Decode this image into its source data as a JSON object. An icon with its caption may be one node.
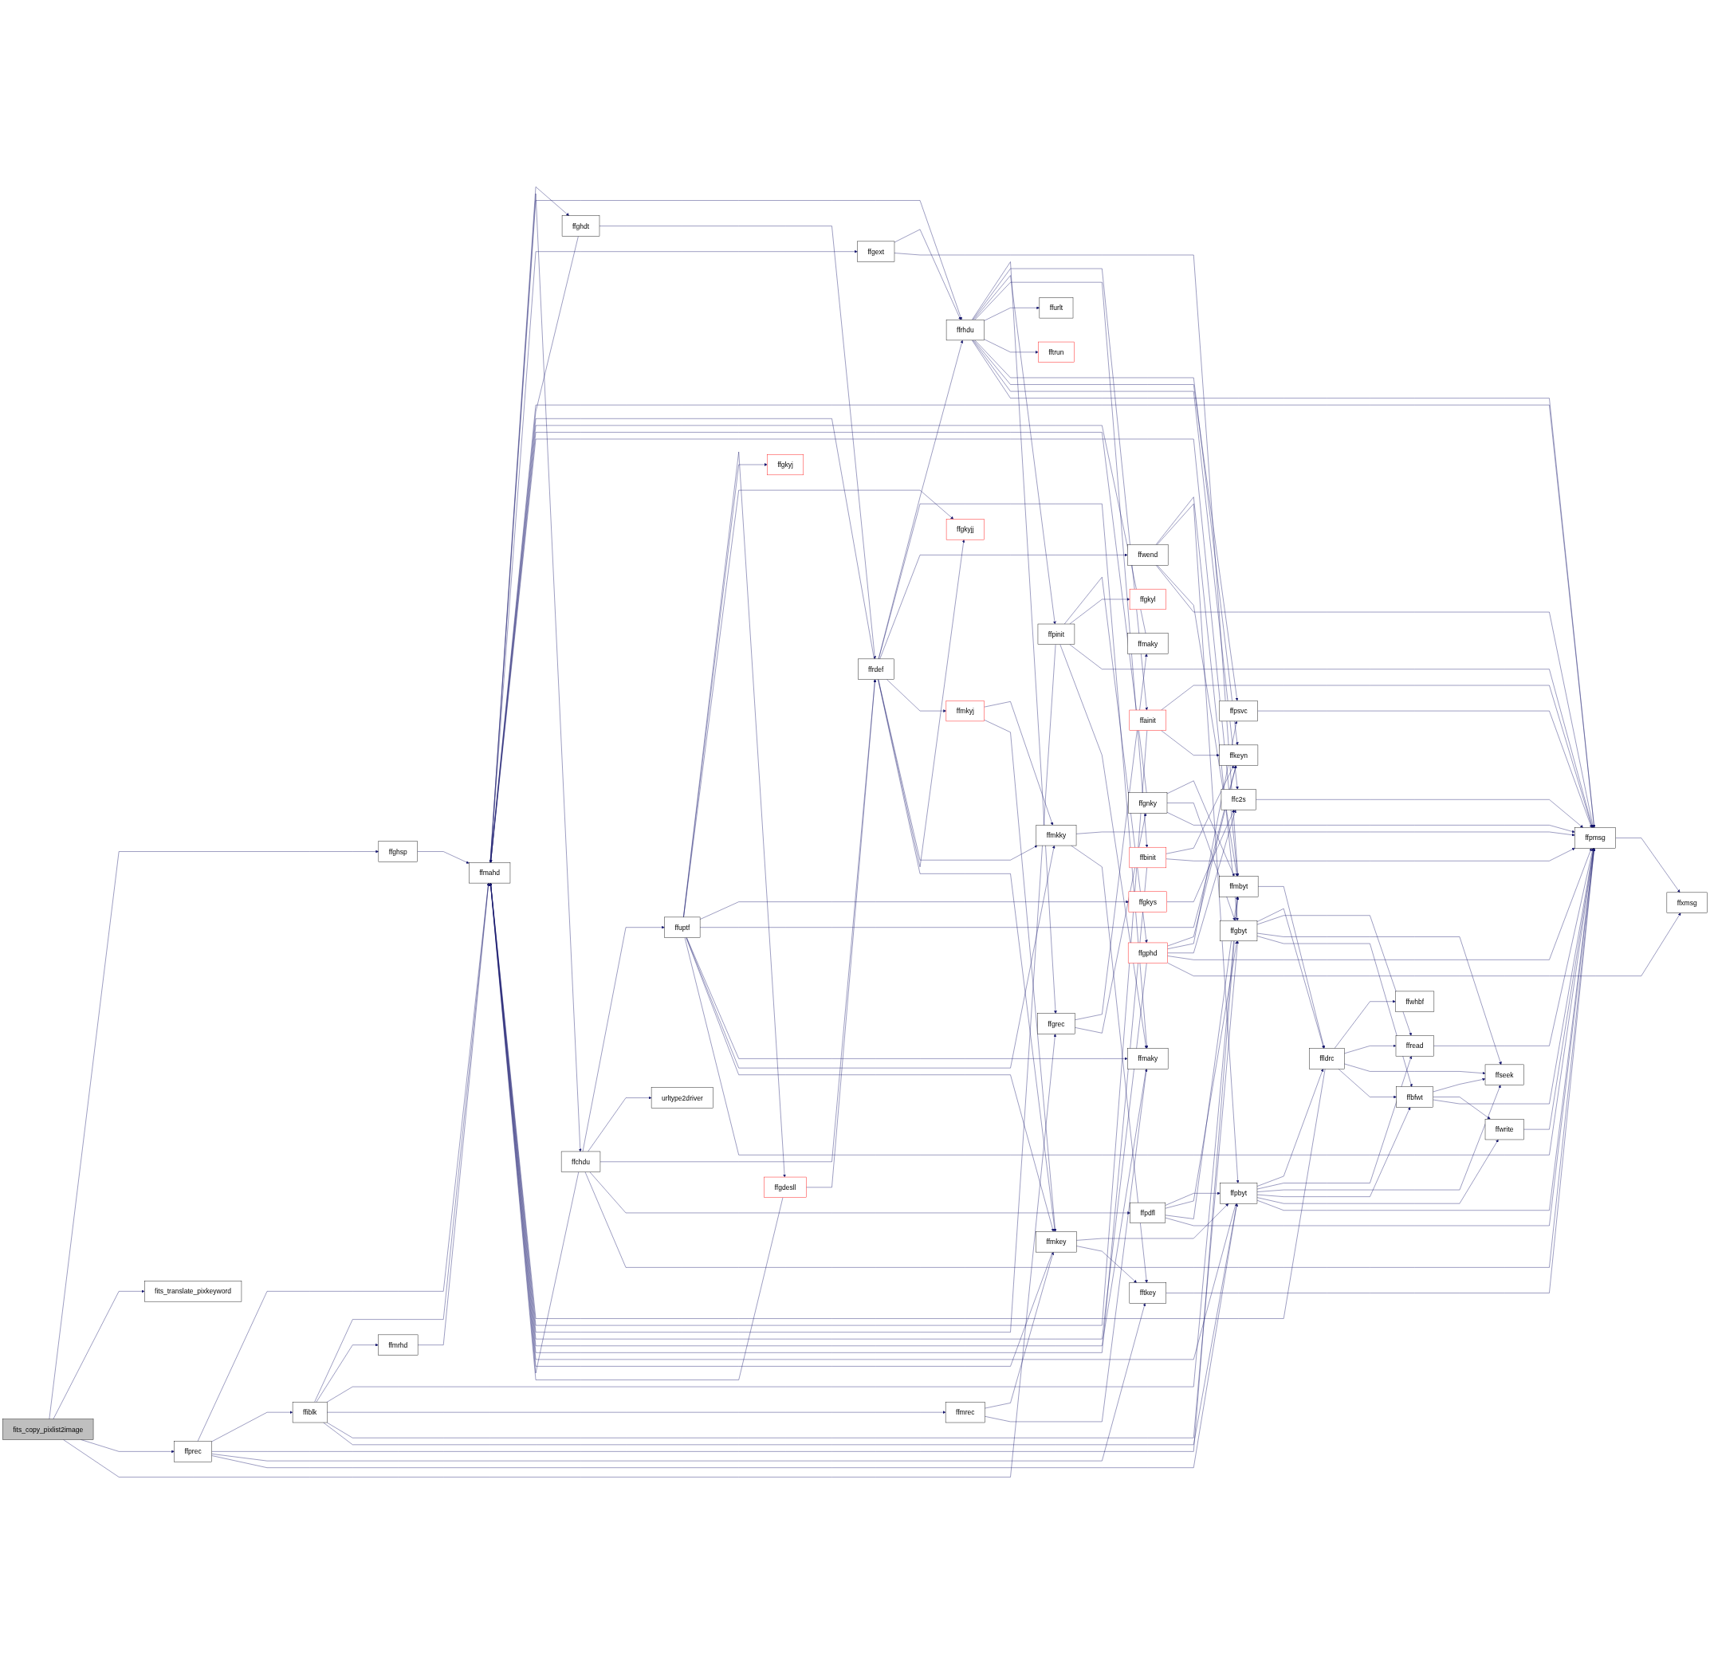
{
  "diagram": {
    "nodes": [
      {
        "text": [
          "fits_copy_pixlist2image"
        ]
      },
      {
        "text": [
          "ffghsp"
        ]
      },
      {
        "text": [
          "fits_translate_pixkeyword"
        ]
      },
      {
        "text": [
          "ffprec"
        ]
      },
      {
        "text": [
          "ffiblk"
        ]
      },
      {
        "text": [
          "ffmrhd"
        ]
      },
      {
        "text": [
          "ffmahd"
        ]
      },
      {
        "text": [
          "ffghdt"
        ]
      },
      {
        "text": [
          "ffchdu"
        ]
      },
      {
        "text": [
          "ffuptf"
        ]
      },
      {
        "text": [
          "urltype2driver"
        ]
      },
      {
        "text": [
          "ffgdesll"
        ]
      },
      {
        "text": [
          "ffgkyj"
        ]
      },
      {
        "text": [
          "ffrdef"
        ]
      },
      {
        "text": [
          "ffgext"
        ]
      },
      {
        "text": [
          "ffgkys"
        ]
      },
      {
        "text": [
          "ffrhdu"
        ]
      },
      {
        "text": [
          "ffmkyj"
        ]
      },
      {
        "text": [
          "ffgkyjj"
        ]
      },
      {
        "text": [
          "ffmrec"
        ]
      },
      {
        "text": [
          "ffainit"
        ]
      },
      {
        "text": [
          "ffgrec"
        ]
      },
      {
        "text": [
          "ffpinit"
        ]
      },
      {
        "text": [
          "ffbinit"
        ]
      },
      {
        "text": [
          "ffurlt"
        ]
      },
      {
        "text": [
          "fftrun"
        ]
      },
      {
        "text": [
          "ffmkky"
        ]
      },
      {
        "text": [
          "ffmkey"
        ]
      },
      {
        "text": [
          "ffmaky"
        ]
      },
      {
        "text": [
          "ffgphd"
        ]
      },
      {
        "text": [
          "ffgkyl"
        ]
      },
      {
        "text": [
          "ffgnky"
        ]
      },
      {
        "text": [
          "ffmaky"
        ]
      },
      {
        "text": [
          "ffwend"
        ]
      },
      {
        "text": [
          "ffpdfl"
        ]
      },
      {
        "text": [
          "fftkey"
        ]
      },
      {
        "text": [
          "ffkeyn"
        ]
      },
      {
        "text": [
          "ffpsvc"
        ]
      },
      {
        "text": [
          "ffc2s"
        ]
      },
      {
        "text": [
          "ffmbyt"
        ]
      },
      {
        "text": [
          "ffgbyt"
        ]
      },
      {
        "text": [
          "ffpbyt"
        ]
      },
      {
        "text": [
          "ffldrc"
        ]
      },
      {
        "text": [
          "ffwhbf"
        ]
      },
      {
        "text": [
          "ffread"
        ]
      },
      {
        "text": [
          "ffbfwt"
        ]
      },
      {
        "text": [
          "ffwrite"
        ]
      },
      {
        "text": [
          "ffseek"
        ]
      },
      {
        "text": [
          "ffpmsg"
        ]
      },
      {
        "text": [
          "ffxmsg"
        ]
      }
    ],
    "edges": [
      {
        "from": 0,
        "to": 1,
        "arrow": "to"
      },
      {
        "from": 0,
        "to": 2,
        "arrow": "to"
      },
      {
        "from": 0,
        "to": 3,
        "arrow": "to"
      },
      {
        "from": 0,
        "to": 21,
        "arrow": "to"
      },
      {
        "from": 1,
        "to": 6,
        "arrow": "to"
      },
      {
        "from": 3,
        "to": 6,
        "arrow": "to"
      },
      {
        "from": 3,
        "to": 4,
        "arrow": "to"
      },
      {
        "from": 3,
        "to": 39,
        "arrow": "to"
      },
      {
        "from": 3,
        "to": 35,
        "arrow": "to"
      },
      {
        "from": 3,
        "to": 41,
        "arrow": "to"
      },
      {
        "from": 4,
        "to": 6,
        "arrow": "to"
      },
      {
        "from": 4,
        "to": 5,
        "arrow": "to"
      },
      {
        "from": 4,
        "to": 39,
        "arrow": "to"
      },
      {
        "from": 4,
        "to": 19,
        "arrow": "to"
      },
      {
        "from": 4,
        "to": 40,
        "arrow": "to"
      },
      {
        "from": 4,
        "to": 41,
        "arrow": "to"
      },
      {
        "from": 5,
        "to": 6,
        "arrow": "to"
      },
      {
        "from": 6,
        "to": 7,
        "arrow": "to"
      },
      {
        "from": 6,
        "to": 8,
        "arrow": "to"
      },
      {
        "from": 6,
        "to": 16,
        "arrow": "to"
      },
      {
        "from": 6,
        "to": 14,
        "arrow": "to"
      },
      {
        "from": 6,
        "to": 48,
        "arrow": "to"
      },
      {
        "from": 7,
        "to": 6,
        "arrow": "to"
      },
      {
        "from": 7,
        "to": 13,
        "arrow": "to"
      },
      {
        "from": 8,
        "to": 6,
        "arrow": "to"
      },
      {
        "from": 8,
        "to": 9,
        "arrow": "to"
      },
      {
        "from": 8,
        "to": 10,
        "arrow": "to"
      },
      {
        "from": 8,
        "to": 13,
        "arrow": "to"
      },
      {
        "from": 8,
        "to": 34,
        "arrow": "to"
      },
      {
        "from": 8,
        "to": 48,
        "arrow": "to"
      },
      {
        "from": 9,
        "to": 11,
        "arrow": "to"
      },
      {
        "from": 9,
        "to": 12,
        "arrow": "to"
      },
      {
        "from": 9,
        "to": 18,
        "arrow": "to"
      },
      {
        "from": 9,
        "to": 15,
        "arrow": "to"
      },
      {
        "from": 9,
        "to": 36,
        "arrow": "to"
      },
      {
        "from": 9,
        "to": 32,
        "arrow": "to"
      },
      {
        "from": 9,
        "to": 26,
        "arrow": "to"
      },
      {
        "from": 9,
        "to": 27,
        "arrow": "to"
      },
      {
        "from": 9,
        "to": 48,
        "arrow": "to"
      },
      {
        "from": 11,
        "to": 6,
        "arrow": "to"
      },
      {
        "from": 11,
        "to": 13,
        "arrow": "to"
      },
      {
        "from": 13,
        "to": 6,
        "arrow": "to"
      },
      {
        "from": 13,
        "to": 16,
        "arrow": "to"
      },
      {
        "from": 13,
        "to": 32,
        "arrow": "to"
      },
      {
        "from": 13,
        "to": 33,
        "arrow": "to"
      },
      {
        "from": 13,
        "to": 17,
        "arrow": "to"
      },
      {
        "from": 13,
        "to": 26,
        "arrow": "to"
      },
      {
        "from": 13,
        "to": 18,
        "arrow": "to"
      },
      {
        "from": 13,
        "to": 27,
        "arrow": "to"
      },
      {
        "from": 14,
        "to": 16,
        "arrow": "to"
      },
      {
        "from": 14,
        "to": 39,
        "arrow": "to"
      },
      {
        "from": 15,
        "to": 38,
        "arrow": "to"
      },
      {
        "from": 16,
        "to": 21,
        "arrow": "to"
      },
      {
        "from": 16,
        "to": 20,
        "arrow": "to"
      },
      {
        "from": 16,
        "to": 22,
        "arrow": "to"
      },
      {
        "from": 16,
        "to": 23,
        "arrow": "to"
      },
      {
        "from": 16,
        "to": 24,
        "arrow": "to"
      },
      {
        "from": 16,
        "to": 25,
        "arrow": "to"
      },
      {
        "from": 16,
        "to": 36,
        "arrow": "to"
      },
      {
        "from": 16,
        "to": 37,
        "arrow": "to"
      },
      {
        "from": 16,
        "to": 38,
        "arrow": "to"
      },
      {
        "from": 16,
        "to": 48,
        "arrow": "to"
      },
      {
        "from": 17,
        "to": 26,
        "arrow": "to"
      },
      {
        "from": 17,
        "to": 27,
        "arrow": "to"
      },
      {
        "from": 19,
        "to": 27,
        "arrow": "to"
      },
      {
        "from": 19,
        "to": 32,
        "arrow": "to"
      },
      {
        "from": 20,
        "to": 6,
        "arrow": "to"
      },
      {
        "from": 20,
        "to": 48,
        "arrow": "to"
      },
      {
        "from": 20,
        "to": 36,
        "arrow": "to"
      },
      {
        "from": 21,
        "to": 28,
        "arrow": "to"
      },
      {
        "from": 21,
        "to": 31,
        "arrow": "to"
      },
      {
        "from": 22,
        "to": 6,
        "arrow": "to"
      },
      {
        "from": 22,
        "to": 29,
        "arrow": "to"
      },
      {
        "from": 22,
        "to": 30,
        "arrow": "to"
      },
      {
        "from": 22,
        "to": 48,
        "arrow": "to"
      },
      {
        "from": 22,
        "to": 32,
        "arrow": "to"
      },
      {
        "from": 23,
        "to": 6,
        "arrow": "to"
      },
      {
        "from": 23,
        "to": 36,
        "arrow": "to"
      },
      {
        "from": 23,
        "to": 48,
        "arrow": "to"
      },
      {
        "from": 26,
        "to": 48,
        "arrow": "to"
      },
      {
        "from": 26,
        "to": 35,
        "arrow": "to"
      },
      {
        "from": 27,
        "to": 6,
        "arrow": "to"
      },
      {
        "from": 27,
        "to": 41,
        "arrow": "to"
      },
      {
        "from": 27,
        "to": 35,
        "arrow": "to"
      },
      {
        "from": 28,
        "to": 6,
        "arrow": "to"
      },
      {
        "from": 29,
        "to": 6,
        "arrow": "to"
      },
      {
        "from": 29,
        "to": 36,
        "arrow": "to"
      },
      {
        "from": 29,
        "to": 37,
        "arrow": "to"
      },
      {
        "from": 29,
        "to": 38,
        "arrow": "to"
      },
      {
        "from": 29,
        "to": 48,
        "arrow": "to"
      },
      {
        "from": 29,
        "to": 49,
        "arrow": "to"
      },
      {
        "from": 31,
        "to": 6,
        "arrow": "to"
      },
      {
        "from": 31,
        "to": 39,
        "arrow": "to"
      },
      {
        "from": 31,
        "to": 40,
        "arrow": "to"
      },
      {
        "from": 31,
        "to": 48,
        "arrow": "to"
      },
      {
        "from": 32,
        "to": 6,
        "arrow": "to"
      },
      {
        "from": 33,
        "to": 40,
        "arrow": "to"
      },
      {
        "from": 33,
        "to": 41,
        "arrow": "to"
      },
      {
        "from": 33,
        "to": 39,
        "arrow": "to"
      },
      {
        "from": 33,
        "to": 48,
        "arrow": "to"
      },
      {
        "from": 34,
        "to": 41,
        "arrow": "to"
      },
      {
        "from": 34,
        "to": 40,
        "arrow": "to"
      },
      {
        "from": 34,
        "to": 39,
        "arrow": "to"
      },
      {
        "from": 34,
        "to": 48,
        "arrow": "to"
      },
      {
        "from": 35,
        "to": 48,
        "arrow": "to"
      },
      {
        "from": 37,
        "to": 48,
        "arrow": "to"
      },
      {
        "from": 38,
        "to": 48,
        "arrow": "to"
      },
      {
        "from": 39,
        "to": 6,
        "arrow": "to"
      },
      {
        "from": 39,
        "to": 42,
        "arrow": "to"
      },
      {
        "from": 40,
        "to": 42,
        "arrow": "to"
      },
      {
        "from": 40,
        "to": 44,
        "arrow": "to"
      },
      {
        "from": 40,
        "to": 47,
        "arrow": "to"
      },
      {
        "from": 40,
        "to": 45,
        "arrow": "to"
      },
      {
        "from": 41,
        "to": 42,
        "arrow": "to"
      },
      {
        "from": 41,
        "to": 44,
        "arrow": "to"
      },
      {
        "from": 41,
        "to": 47,
        "arrow": "to"
      },
      {
        "from": 41,
        "to": 45,
        "arrow": "to"
      },
      {
        "from": 41,
        "to": 46,
        "arrow": "to"
      },
      {
        "from": 41,
        "to": 48,
        "arrow": "to"
      },
      {
        "from": 41,
        "to": 6,
        "arrow": "to"
      },
      {
        "from": 42,
        "to": 6,
        "arrow": "to"
      },
      {
        "from": 42,
        "to": 43,
        "arrow": "to"
      },
      {
        "from": 42,
        "to": 44,
        "arrow": "to"
      },
      {
        "from": 42,
        "to": 47,
        "arrow": "to"
      },
      {
        "from": 42,
        "to": 45,
        "arrow": "to"
      },
      {
        "from": 44,
        "to": 48,
        "arrow": "to"
      },
      {
        "from": 45,
        "to": 47,
        "arrow": "to"
      },
      {
        "from": 45,
        "to": 46,
        "arrow": "to"
      },
      {
        "from": 45,
        "to": 48,
        "arrow": "to"
      },
      {
        "from": 46,
        "to": 48,
        "arrow": "to"
      },
      {
        "from": 48,
        "to": 49,
        "arrow": "to"
      }
    ]
  }
}
